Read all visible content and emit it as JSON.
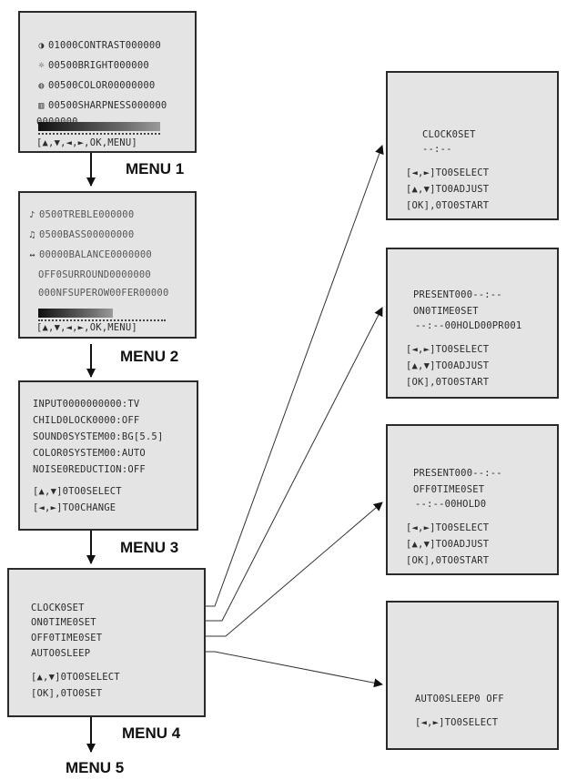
{
  "menu1": {
    "caption": "MENU 1",
    "rows": [
      {
        "icon": "contrast-icon",
        "glyph": "◑",
        "text": "01000CONTRAST000000"
      },
      {
        "icon": "brightness-icon",
        "glyph": "☼",
        "text": "00500BRIGHT000000"
      },
      {
        "icon": "color-icon",
        "glyph": "◍",
        "text": "00500COLOR00000000"
      },
      {
        "icon": "sharpness-icon",
        "glyph": "▥",
        "text": "00500SHARPNESS000000"
      },
      {
        "icon": "",
        "glyph": "",
        "text": "0000000"
      }
    ],
    "hint": "[▲,▼,◄,►,OK,MENU]"
  },
  "menu2": {
    "caption": "MENU 2",
    "rows": [
      {
        "icon": "treble-icon",
        "glyph": "♪",
        "text": "0500TREBLE000000"
      },
      {
        "icon": "bass-icon",
        "glyph": "♫",
        "text": "0500BASS00000000"
      },
      {
        "icon": "balance-icon",
        "glyph": "↔",
        "text": "00000BALANCE0000000"
      },
      {
        "icon": "",
        "glyph": "",
        "text": "OFF0SURROUND0000000"
      },
      {
        "icon": "",
        "glyph": "",
        "text": "000NFSUPEROW00FER00000"
      }
    ],
    "hint": "[▲,▼,◄,►,OK,MENU]"
  },
  "menu3": {
    "caption": "MENU 3",
    "rows": [
      "INPUT0000000000:TV",
      "CHILD0LOCK0000:OFF",
      "SOUND0SYSTEM00:BG[5.5]",
      "COLOR0SYSTEM00:AUTO",
      "NOISE0REDUCTION:OFF"
    ],
    "hints": [
      "[▲,▼]0TO0SELECT",
      "[◄,►]TO0CHANGE"
    ]
  },
  "menu4": {
    "caption": "MENU 4",
    "rows": [
      "CLOCK0SET",
      "ON0TIME0SET",
      "OFF0TIME0SET",
      "AUTO0SLEEP"
    ],
    "hints": [
      "[▲,▼]0TO0SELECT",
      "[OK],0TO0SET"
    ]
  },
  "menu5_caption": "MENU 5",
  "panels": {
    "clock": {
      "lines": [
        "CLOCK0SET",
        "--:--"
      ],
      "hints": [
        "[◄,►]TO0SELECT",
        "[▲,▼]TO0ADJUST",
        "[OK],0TO0START"
      ]
    },
    "ontime": {
      "lines": [
        "PRESENT000--:--",
        "ON0TIME0SET",
        "--:--00HOLD00PR001"
      ],
      "hints": [
        "[◄,►]TO0SELECT",
        "[▲,▼]TO0ADJUST",
        "[OK],0TO0START"
      ]
    },
    "offtime": {
      "lines": [
        "PRESENT000--:--",
        "OFF0TIME0SET",
        "--:--00HOLD0"
      ],
      "hints": [
        "[◄,►]TO0SELECT",
        "[▲,▼]TO0ADJUST",
        "[OK],0TO0START"
      ]
    },
    "autosleep": {
      "lines": [
        "AUTO0SLEEP0 OFF"
      ],
      "hints": [
        "[◄,►]TO0SELECT"
      ]
    }
  }
}
